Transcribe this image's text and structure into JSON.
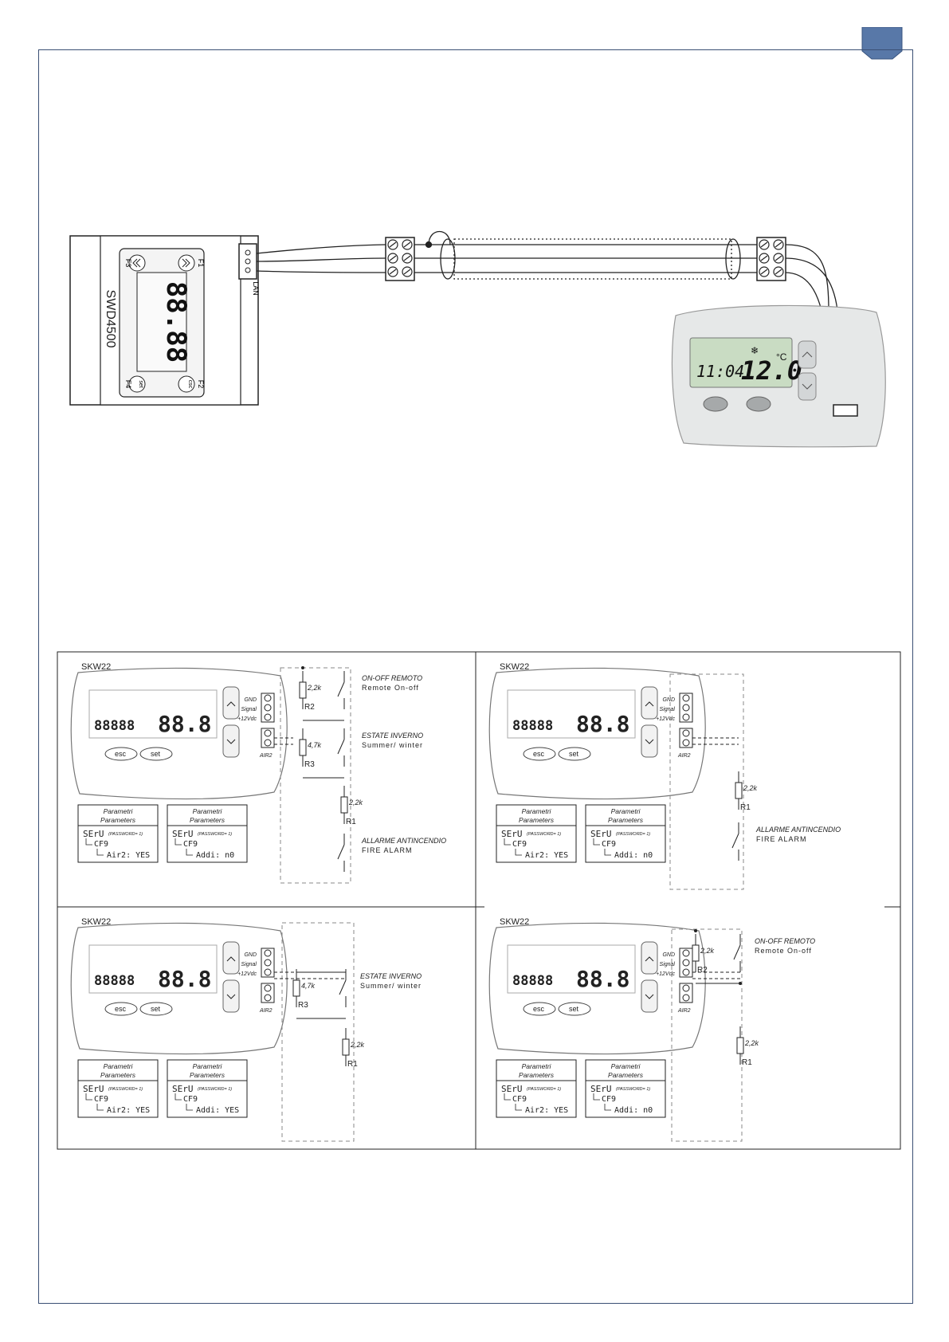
{
  "wiring": {
    "controller_model": "SWD4500",
    "controller_keys": [
      "F1",
      "F2",
      "F3",
      "F4",
      "csc",
      "set"
    ],
    "controller_port": "LAN",
    "controller_lcd": "88.88",
    "thermostat_time": "11:04",
    "thermostat_temp": "12.0",
    "thermostat_unit": "°C"
  },
  "panels": [
    {
      "device": "SKW22",
      "terminals": [
        "GND",
        "Signal",
        "+12Vdc"
      ],
      "port": "AIR2",
      "keys": [
        "esc",
        "set"
      ],
      "lcd_left": "88888",
      "lcd_right": "88.8",
      "circuits": [
        {
          "value": "2,2k",
          "ref": "R2",
          "label_it": "ON-OFF REMOTO",
          "label_en": "Remote On-off"
        },
        {
          "value": "4,7k",
          "ref": "R3",
          "label_it": "ESTATE INVERNO",
          "label_en": "Summer/ winter"
        },
        {
          "value": "2,2k",
          "ref": "R1",
          "label_it": "",
          "label_en": ""
        },
        {
          "value": "",
          "ref": "",
          "label_it": "ALLARME ANTINCENDIO",
          "label_en": "FIRE ALARM"
        }
      ],
      "params": [
        {
          "title1": "Parametri",
          "title2": "Parameters",
          "l1": "SErU",
          "pwd": "(PASSWORD= 1)",
          "l2": "CF9",
          "l3": "Air2: YES"
        },
        {
          "title1": "Parametri",
          "title2": "Parameters",
          "l1": "SErU",
          "pwd": "(PASSWORD= 1)",
          "l2": "CF9",
          "l3": "Addi: n0"
        }
      ]
    },
    {
      "device": "SKW22",
      "terminals": [
        "GND",
        "Signal",
        "+12Vdc"
      ],
      "port": "AIR2",
      "keys": [
        "esc",
        "set"
      ],
      "lcd_left": "88888",
      "lcd_right": "88.8",
      "circuits": [
        {
          "value": "2,2k",
          "ref": "R1",
          "label_it": "",
          "label_en": ""
        },
        {
          "value": "",
          "ref": "",
          "label_it": "ALLARME ANTINCENDIO",
          "label_en": "FIRE ALARM"
        }
      ],
      "params": [
        {
          "title1": "Parametri",
          "title2": "Parameters",
          "l1": "SErU",
          "pwd": "(PASSWORD= 1)",
          "l2": "CF9",
          "l3": "Air2: YES"
        },
        {
          "title1": "Parametri",
          "title2": "Parameters",
          "l1": "SErU",
          "pwd": "(PASSWORD= 1)",
          "l2": "CF9",
          "l3": "Addi: n0"
        }
      ]
    },
    {
      "device": "SKW22",
      "terminals": [
        "GND",
        "Signal",
        "+12Vdc"
      ],
      "port": "AIR2",
      "keys": [
        "esc",
        "set"
      ],
      "lcd_left": "88888",
      "lcd_right": "88.8",
      "circuits": [
        {
          "value": "4,7k",
          "ref": "R3",
          "label_it": "ESTATE INVERNO",
          "label_en": "Summer/ winter"
        },
        {
          "value": "2,2k",
          "ref": "R1",
          "label_it": "",
          "label_en": ""
        }
      ],
      "params": [
        {
          "title1": "Parametri",
          "title2": "Parameters",
          "l1": "SErU",
          "pwd": "(PASSWORD= 1)",
          "l2": "CF9",
          "l3": "Air2: YES"
        },
        {
          "title1": "Parametri",
          "title2": "Parameters",
          "l1": "SErU",
          "pwd": "(PASSWORD= 1)",
          "l2": "CF9",
          "l3": "Addi: YES"
        }
      ]
    },
    {
      "device": "SKW22",
      "terminals": [
        "GND",
        "Signal",
        "+12Vdc"
      ],
      "port": "AIR2",
      "keys": [
        "esc",
        "set"
      ],
      "lcd_left": "88888",
      "lcd_right": "88.8",
      "circuits": [
        {
          "value": "2,2k",
          "ref": "R2",
          "label_it": "ON-OFF REMOTO",
          "label_en": "Remote On-off"
        },
        {
          "value": "2,2k",
          "ref": "R1",
          "label_it": "",
          "label_en": ""
        }
      ],
      "params": [
        {
          "title1": "Parametri",
          "title2": "Parameters",
          "l1": "SErU",
          "pwd": "(PASSWORD= 1)",
          "l2": "CF9",
          "l3": "Air2: YES"
        },
        {
          "title1": "Parametri",
          "title2": "Parameters",
          "l1": "SErU",
          "pwd": "(PASSWORD= 1)",
          "l2": "CF9",
          "l3": "Addi: n0"
        }
      ]
    }
  ]
}
